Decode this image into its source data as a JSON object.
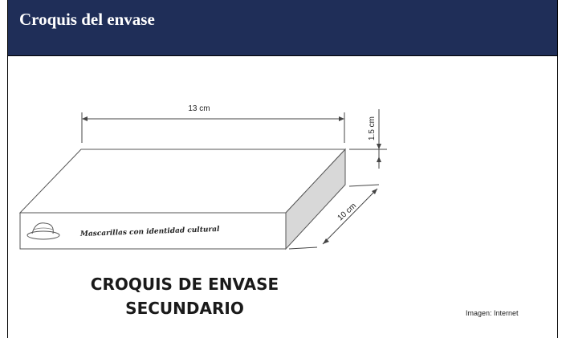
{
  "header": {
    "title": "Croquis del envase"
  },
  "sketch": {
    "dim_length": "13 cm",
    "dim_height": "1.5 cm",
    "dim_depth": "10 cm",
    "brand_text": "Mascarillas con identidad cultural"
  },
  "caption": {
    "line1": "CROQUIS DE ENVASE",
    "line2": "SECUNDARIO"
  },
  "credit": "Imagen: Internet"
}
